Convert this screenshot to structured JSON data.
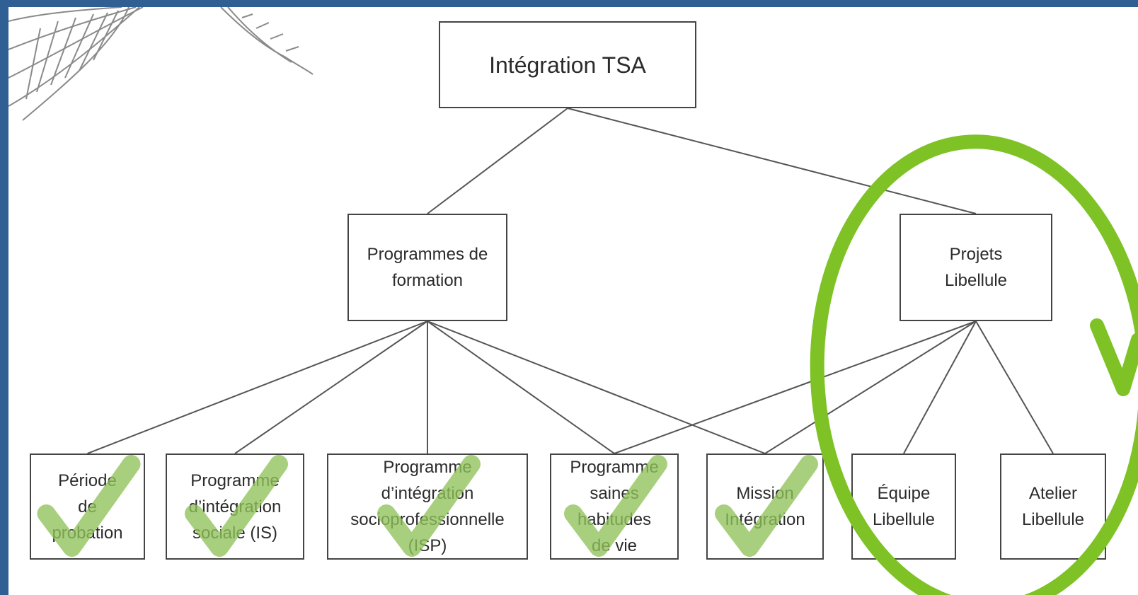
{
  "diagram": {
    "root": {
      "label": "Intégration TSA"
    },
    "branches": [
      {
        "id": "programmes",
        "label": "Programmes de\nformation"
      },
      {
        "id": "projets",
        "label": "Projets\nLibellule"
      }
    ],
    "leaves": [
      {
        "id": "periode",
        "label": "Période\nde\nprobation",
        "checked": true
      },
      {
        "id": "is",
        "label": "Programme\nd’intégration\nsociale (IS)",
        "checked": true
      },
      {
        "id": "isp",
        "label": "Programme\nd’intégration\nsocioprofessionnelle\n(ISP)",
        "checked": true
      },
      {
        "id": "saines",
        "label": "Programme\nsaines\nhabitudes\nde vie",
        "checked": true
      },
      {
        "id": "mission",
        "label": "Mission\nIntégration",
        "checked": true
      },
      {
        "id": "equipe",
        "label": "Équipe\nLibellule",
        "checked": false
      },
      {
        "id": "atelier",
        "label": "Atelier\nLibellule",
        "checked": false
      }
    ],
    "edges": [
      [
        "root",
        "programmes"
      ],
      [
        "root",
        "projets"
      ],
      [
        "programmes",
        "periode"
      ],
      [
        "programmes",
        "is"
      ],
      [
        "programmes",
        "isp"
      ],
      [
        "programmes",
        "saines"
      ],
      [
        "programmes",
        "mission"
      ],
      [
        "projets",
        "saines"
      ],
      [
        "projets",
        "mission"
      ],
      [
        "projets",
        "equipe"
      ],
      [
        "projets",
        "atelier"
      ]
    ],
    "highlight_color": "#7ec226",
    "check_color": "#8fc15a",
    "frame_color": "#2f5f93"
  }
}
